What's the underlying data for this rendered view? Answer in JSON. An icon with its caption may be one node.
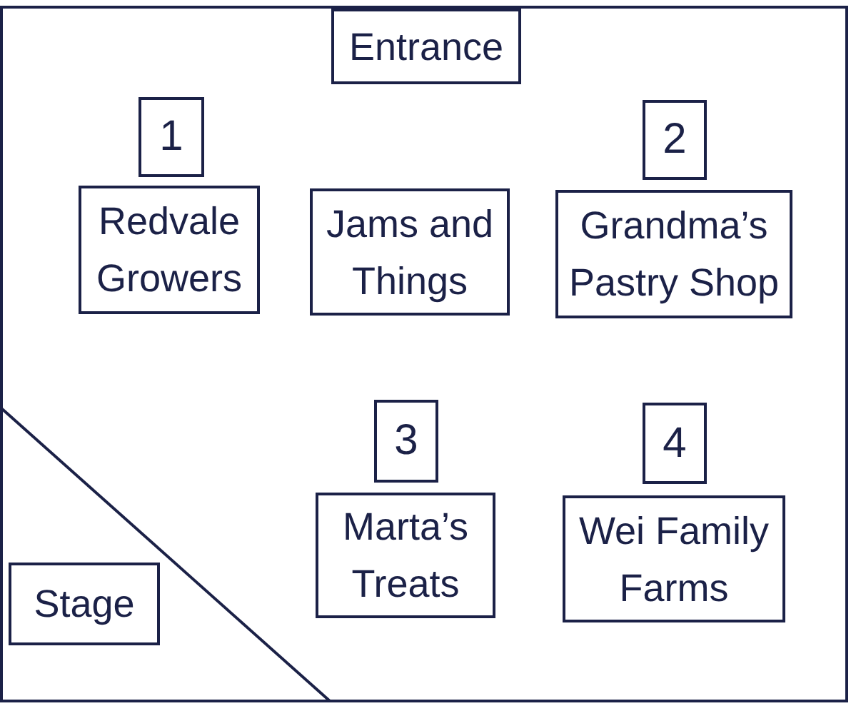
{
  "diagram": {
    "nodes": [
      {
        "text": [],
        "shape": "box"
      },
      {
        "text": [
          "Entrance"
        ],
        "in": 0
      },
      {
        "text": [
          "1"
        ],
        "in": 0
      },
      {
        "text": [
          "2"
        ],
        "in": 0
      },
      {
        "text": [
          "Redvale Growers"
        ],
        "in": 0
      },
      {
        "text": [
          "Jams and Things"
        ],
        "in": 0
      },
      {
        "text": [
          "Grandma’s Pastry Shop"
        ],
        "in": 0
      },
      {
        "text": [
          "3"
        ],
        "in": 0
      },
      {
        "text": [
          "4"
        ],
        "in": 0
      },
      {
        "text": [
          "Marta’s Treats"
        ],
        "in": 0
      },
      {
        "text": [
          "Wei Family Farms"
        ],
        "in": 0
      },
      {
        "text": [
          "Stage"
        ],
        "in": 0
      }
    ]
  }
}
